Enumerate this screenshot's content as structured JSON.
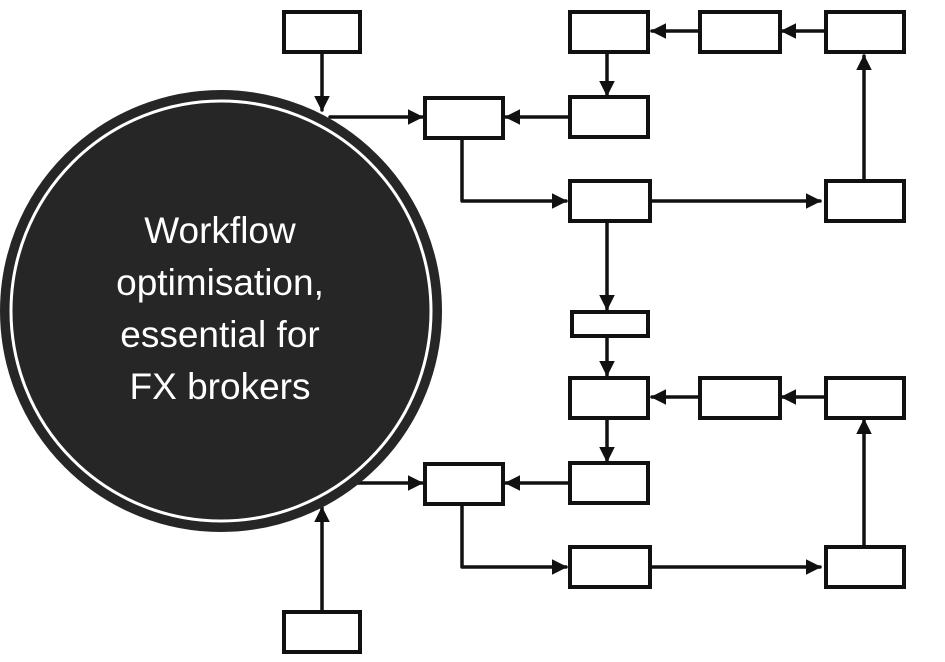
{
  "title_lines": [
    "Workflow",
    "optimisation,",
    "essential for",
    "FX brokers"
  ],
  "colors": {
    "circle_fill": "#262626",
    "circle_ring": "#ffffff",
    "line": "#111111",
    "box_fill": "#ffffff",
    "text": "#ffffff"
  }
}
